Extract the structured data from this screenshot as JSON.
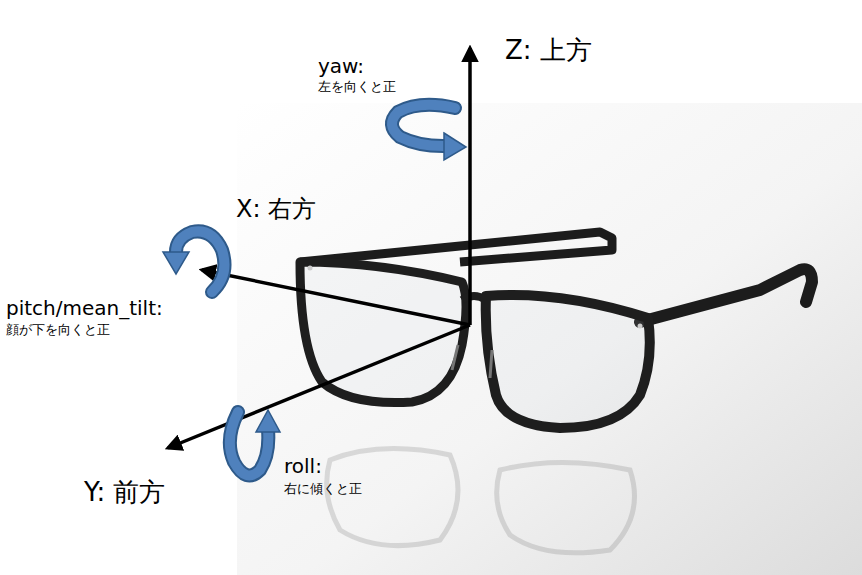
{
  "diagram": {
    "labels": [
      "Z: 上方",
      "yaw:",
      "左を向くと正",
      "X: 右方",
      "pitch/mean_tilt:",
      "顔が下を向くと正",
      "Y: 前方",
      "roll:",
      "右に傾くと正"
    ]
  }
}
